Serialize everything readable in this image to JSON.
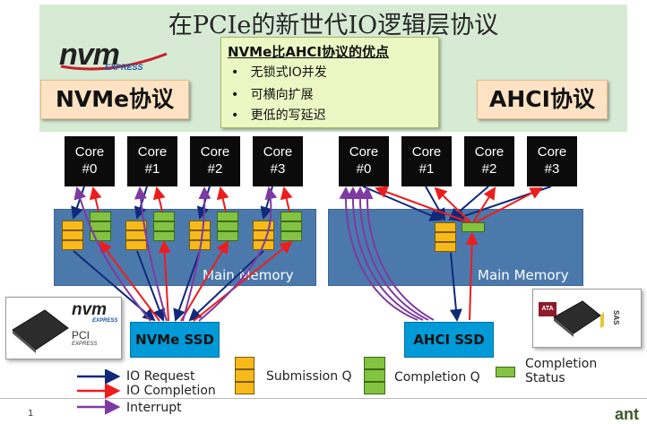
{
  "title": "在PCIe的新世代IO逻辑层协议",
  "logo": {
    "main": "nvm",
    "sub": "EXPRESS"
  },
  "protocols": {
    "nvme": "NVMe协议",
    "ahci": "AHCI协议"
  },
  "advantages": {
    "title": "NVMe比AHCI协议的优点",
    "bullet": "•",
    "items": [
      "无锁式IO并发",
      "可横向扩展",
      "更低的写延迟"
    ]
  },
  "cores": {
    "label": "Core",
    "nvme": [
      "#0",
      "#1",
      "#2",
      "#3"
    ],
    "ahci": [
      "#0",
      "#1",
      "#2",
      "#3"
    ]
  },
  "memory_label": "Main Memory",
  "ssd": {
    "nvme": "NVMe SSD",
    "ahci": "AHCI SSD"
  },
  "nvme_photo": {
    "logo": "nvm",
    "logo_sub": "EXPRESS",
    "pci": "PCI",
    "pci_sub": "EXPRESS"
  },
  "ahci_photo": {
    "badge": "ATA",
    "tag": "SAS"
  },
  "legend": {
    "io_request": "IO Request",
    "io_completion": "IO Completion",
    "interrupt": "Interrupt",
    "submission_q": "Submission Q",
    "completion_q": "Completion Q",
    "completion_status": "Completion Status"
  },
  "colors": {
    "io_request": "#10297a",
    "io_completion": "#ee1c1c",
    "interrupt": "#7e3aa3",
    "submission_q": "#f8b91a",
    "completion_q": "#83c341",
    "memory": "#4c79ab",
    "ssd": "#009ad8",
    "title_band": "#d7ebd4"
  },
  "footer": {
    "page_number": "1",
    "brand_fragment": "ant"
  }
}
